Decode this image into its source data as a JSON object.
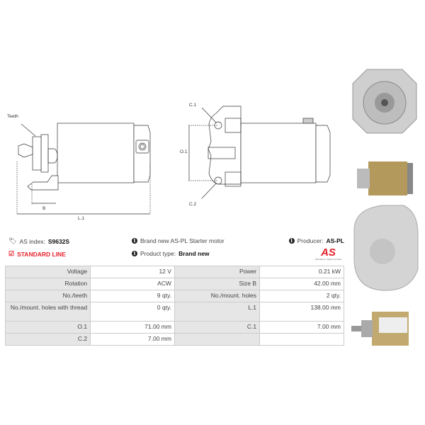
{
  "drawing": {
    "labels": {
      "teeth": "Teeth",
      "b": "B",
      "l1": "L.1",
      "c1": "C.1",
      "o1": "O.1",
      "c2": "C.2"
    }
  },
  "info": {
    "as_index_label": "AS index:",
    "as_index_value": "S9632S",
    "standard_line": "STANDARD LINE",
    "description": "Brand new AS-PL Starter motor",
    "product_type_label": "Product type:",
    "product_type_value": "Brand new",
    "producer_label": "Producer:",
    "producer_value": "AS-PL",
    "logo_text": "AS",
    "logo_tagline": "Alternators, Starters & Parts"
  },
  "specs": [
    [
      "Voltage",
      "12 V",
      "Power",
      "0.21 kW"
    ],
    [
      "Rotation",
      "ACW",
      "Size B",
      "42.00 mm"
    ],
    [
      "No./teeth",
      "9 qty.",
      "No./mount. holes",
      "2 qty."
    ],
    [
      "No./mount. holes with thread",
      "0 qty.",
      "L.1",
      "138.00 mm"
    ],
    [
      "O.1",
      "71.00 mm",
      "C.1",
      "7.00 mm"
    ],
    [
      "C.2",
      "7.00 mm",
      "",
      ""
    ]
  ],
  "colors": {
    "accent": "#e8202a",
    "table_label_bg": "#e6e6e6"
  }
}
